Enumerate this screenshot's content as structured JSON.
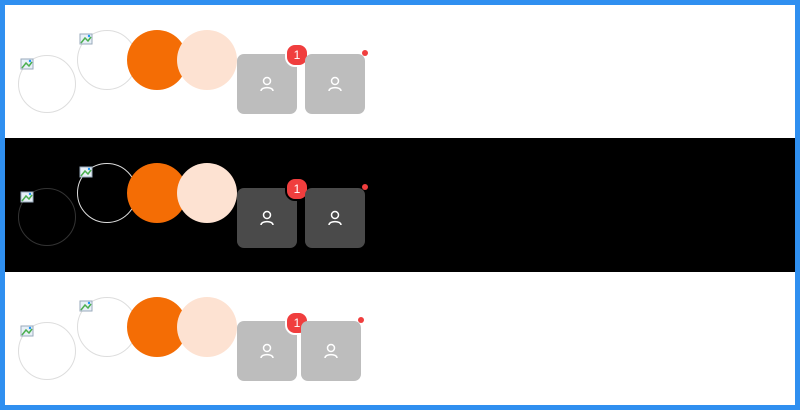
{
  "avatar_rows": [
    {
      "theme": "light",
      "notification_count": "1",
      "icons": {
        "broken_image": "broken-image-icon",
        "user": "user-icon"
      }
    },
    {
      "theme": "dark",
      "notification_count": "1",
      "icons": {
        "broken_image": "broken-image-icon",
        "user": "user-icon"
      }
    },
    {
      "theme": "light",
      "notification_count": "1",
      "icons": {
        "broken_image": "broken-image-icon",
        "user": "user-icon"
      }
    }
  ],
  "colors": {
    "accent_border": "#2f8ff0",
    "orange_avatar": "#f46d05",
    "peach_avatar": "#fde2d2",
    "badge_red": "#f03e3e",
    "square_light": "#bdbdbd",
    "square_dark": "#4a4a4a"
  }
}
